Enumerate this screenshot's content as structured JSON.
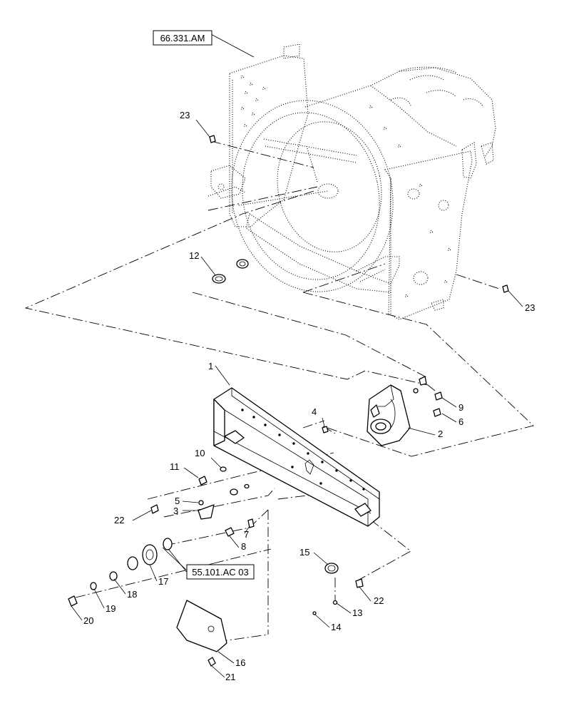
{
  "references": {
    "top": "66.331.AM",
    "gear": "55.101.AC 03"
  },
  "callouts": {
    "c1": "1",
    "c2": "2",
    "c3": "3",
    "c4": "4",
    "c5": "5",
    "c6": "6",
    "c7": "7",
    "c8": "8",
    "c9": "9",
    "c10": "10",
    "c11": "11",
    "c12": "12",
    "c13": "13",
    "c14": "14",
    "c15": "15",
    "c16": "16",
    "c17": "17",
    "c18": "18",
    "c19": "19",
    "c20": "20",
    "c21": "21",
    "c22a": "22",
    "c22b": "22",
    "c23a": "23",
    "c23b": "23"
  }
}
